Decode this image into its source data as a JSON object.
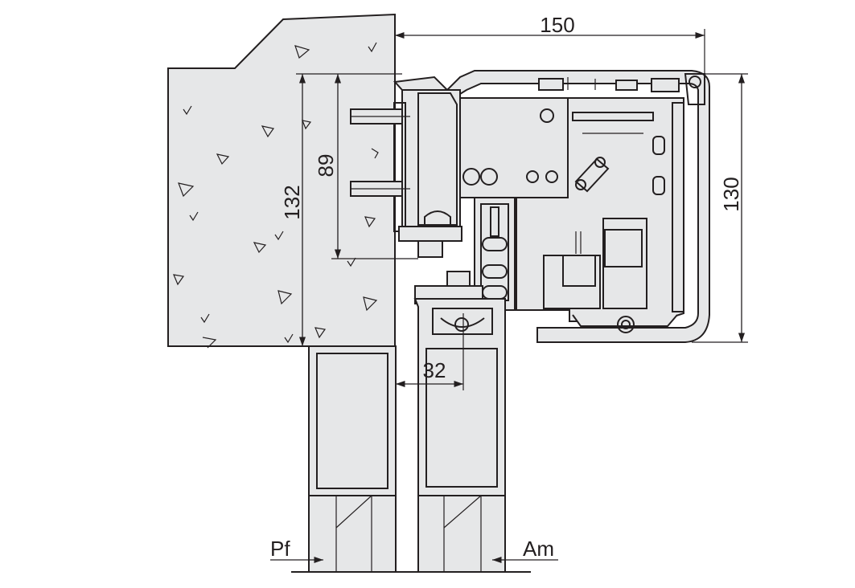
{
  "dimensions": {
    "width_top": "150",
    "height_right": "130",
    "height_left_outer": "132",
    "height_left_inner": "89",
    "offset_center": "32"
  },
  "labels": {
    "left_arrow": "Pf",
    "right_arrow": "Am"
  },
  "colors": {
    "fill": "#e6e7e8",
    "line": "#231f20",
    "background": "#ffffff"
  }
}
